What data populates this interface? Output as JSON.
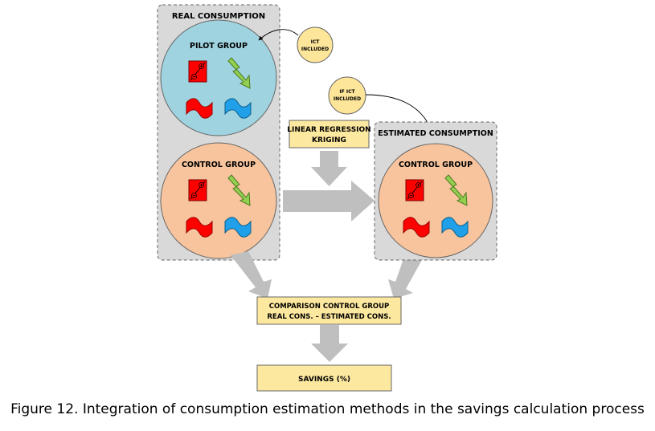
{
  "panels": {
    "real_consumption": "REAL CONSUMPTION",
    "estimated_consumption": "ESTIMATED CONSUMPTION"
  },
  "groups": {
    "pilot": "PILOT GROUP",
    "control_real": "CONTROL GROUP",
    "control_estimated": "CONTROL GROUP"
  },
  "notes": {
    "ict_line1": "ICT",
    "ict_line2": "INCLUDED",
    "if_ict_line1": "IF ICT",
    "if_ict_line2": "INCLUDED"
  },
  "boxes": {
    "method_line1": "LINEAR REGRESSION",
    "method_line2": "KRIGING",
    "comparison_line1": "COMPARISON CONTROL GROUP",
    "comparison_line2": "REAL CONS. – ESTIMATED CONS.",
    "savings": "SAVINGS (%)"
  },
  "caption": "Figure 12. Integration of consumption estimation methods in the savings calculation process",
  "colors": {
    "panel_fill": "#d9d9d9",
    "pilot_fill": "#9fd3e0",
    "control_fill": "#f7c49d",
    "note_fill": "#fde599",
    "box_fill": "#fde8a0",
    "arrow_fill": "#bfbfbf",
    "meter_red": "#ff0000",
    "bolt_green": "#92d050",
    "wave_red": "#ff0000",
    "wave_blue": "#1fa0e8"
  },
  "icons": [
    "electric-meter-icon",
    "lightning-bolt-icon",
    "heating-wave-icon",
    "water-wave-icon"
  ]
}
